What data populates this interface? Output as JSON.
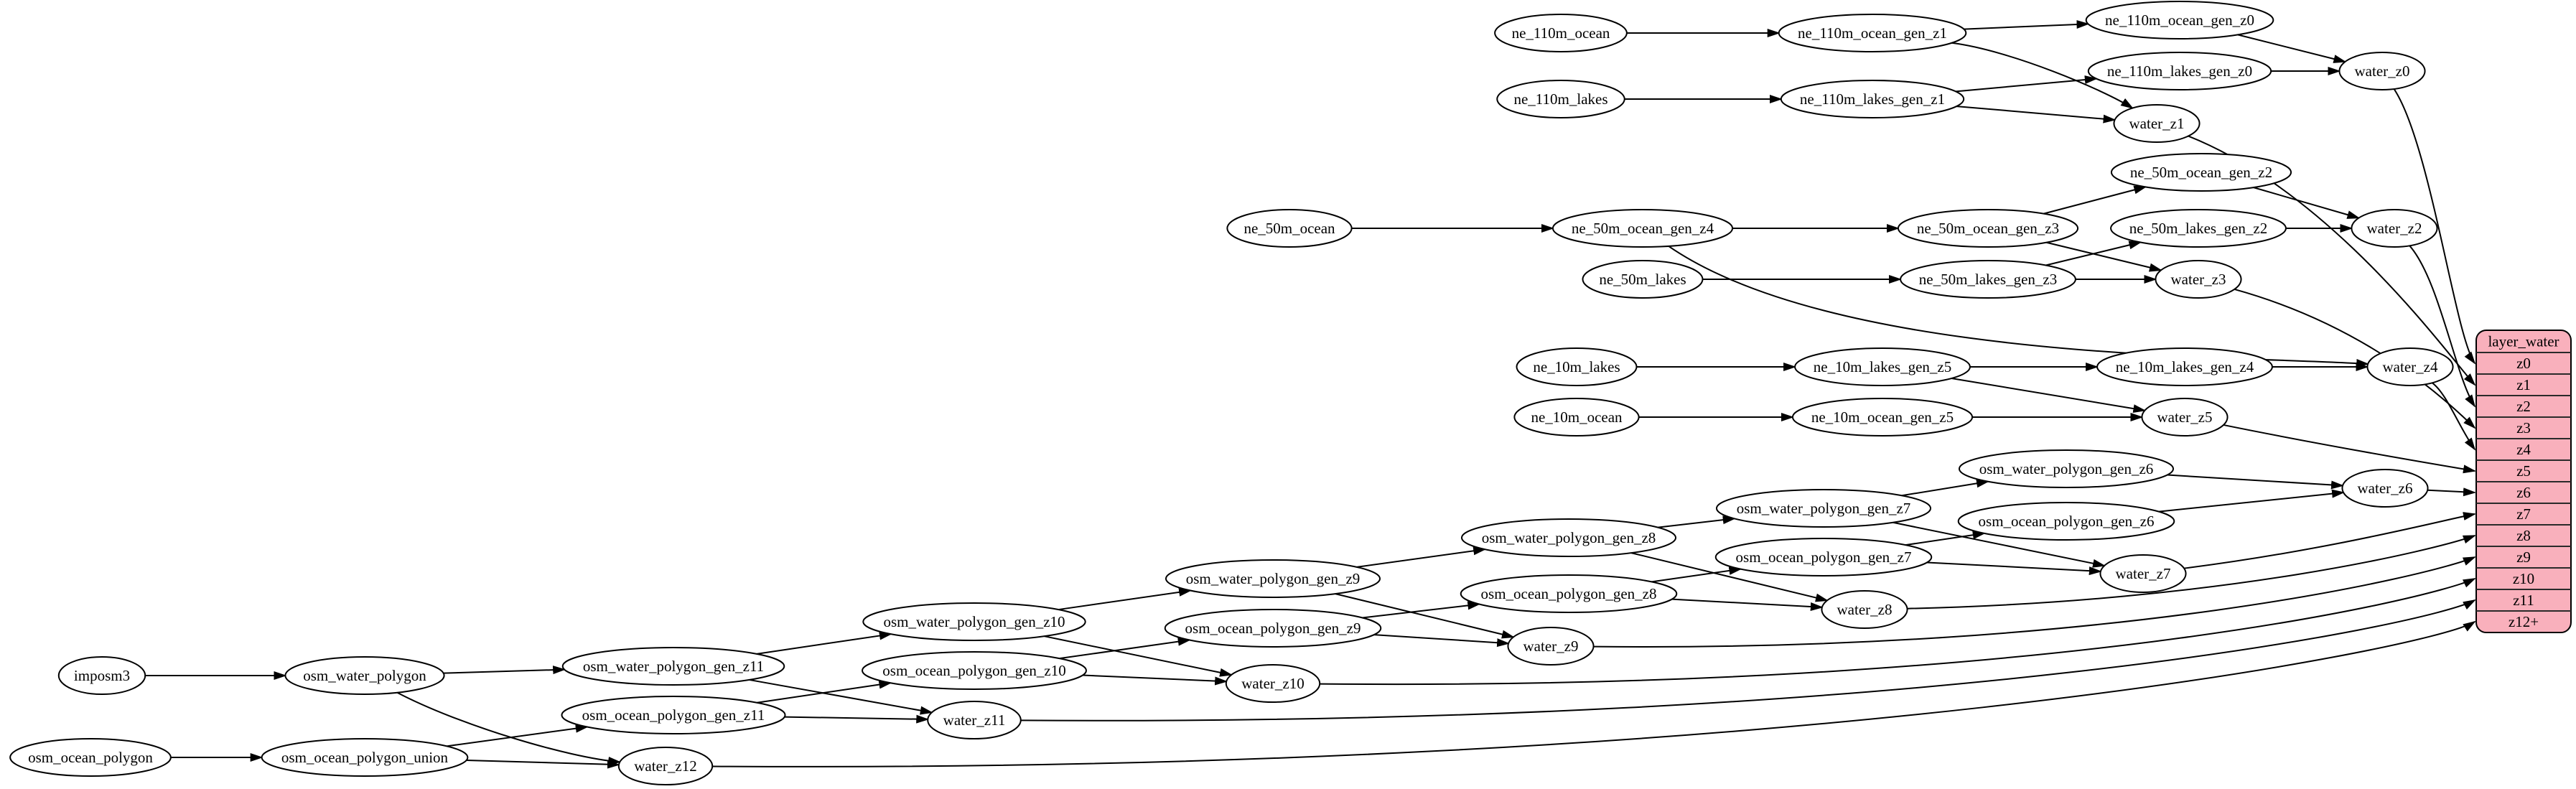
{
  "diagram": {
    "kind": "dependency-graph",
    "colors": {
      "background": "#ffffff",
      "node_fill": "#ffffff",
      "stroke": "#000000",
      "text": "#000000",
      "table_fill": "#f9b0bc"
    },
    "table": {
      "title": "layer_water",
      "rows": [
        "z0",
        "z1",
        "z2",
        "z3",
        "z4",
        "z5",
        "z6",
        "z7",
        "z8",
        "z9",
        "z10",
        "z11",
        "z12+"
      ]
    },
    "nodes": [
      {
        "id": "imposm3",
        "label": "imposm3"
      },
      {
        "id": "osm_water_polygon",
        "label": "osm_water_polygon"
      },
      {
        "id": "osm_ocean_polygon",
        "label": "osm_ocean_polygon"
      },
      {
        "id": "osm_ocean_polygon_union",
        "label": "osm_ocean_polygon_union"
      },
      {
        "id": "osm_water_polygon_gen_z11",
        "label": "osm_water_polygon_gen_z11"
      },
      {
        "id": "osm_ocean_polygon_gen_z11",
        "label": "osm_ocean_polygon_gen_z11"
      },
      {
        "id": "water_z12",
        "label": "water_z12"
      },
      {
        "id": "osm_water_polygon_gen_z10",
        "label": "osm_water_polygon_gen_z10"
      },
      {
        "id": "osm_ocean_polygon_gen_z10",
        "label": "osm_ocean_polygon_gen_z10"
      },
      {
        "id": "water_z11",
        "label": "water_z11"
      },
      {
        "id": "osm_water_polygon_gen_z9",
        "label": "osm_water_polygon_gen_z9"
      },
      {
        "id": "osm_ocean_polygon_gen_z9",
        "label": "osm_ocean_polygon_gen_z9"
      },
      {
        "id": "water_z10",
        "label": "water_z10"
      },
      {
        "id": "osm_water_polygon_gen_z8",
        "label": "osm_water_polygon_gen_z8"
      },
      {
        "id": "osm_ocean_polygon_gen_z8",
        "label": "osm_ocean_polygon_gen_z8"
      },
      {
        "id": "water_z9",
        "label": "water_z9"
      },
      {
        "id": "osm_water_polygon_gen_z7",
        "label": "osm_water_polygon_gen_z7"
      },
      {
        "id": "osm_ocean_polygon_gen_z7",
        "label": "osm_ocean_polygon_gen_z7"
      },
      {
        "id": "water_z8",
        "label": "water_z8"
      },
      {
        "id": "osm_water_polygon_gen_z6",
        "label": "osm_water_polygon_gen_z6"
      },
      {
        "id": "osm_ocean_polygon_gen_z6",
        "label": "osm_ocean_polygon_gen_z6"
      },
      {
        "id": "water_z7",
        "label": "water_z7"
      },
      {
        "id": "water_z6",
        "label": "water_z6"
      },
      {
        "id": "ne_10m_lakes",
        "label": "ne_10m_lakes"
      },
      {
        "id": "ne_10m_lakes_gen_z5",
        "label": "ne_10m_lakes_gen_z5"
      },
      {
        "id": "ne_10m_lakes_gen_z4",
        "label": "ne_10m_lakes_gen_z4"
      },
      {
        "id": "water_z4",
        "label": "water_z4"
      },
      {
        "id": "ne_10m_ocean",
        "label": "ne_10m_ocean"
      },
      {
        "id": "ne_10m_ocean_gen_z5",
        "label": "ne_10m_ocean_gen_z5"
      },
      {
        "id": "water_z5",
        "label": "water_z5"
      },
      {
        "id": "ne_50m_ocean",
        "label": "ne_50m_ocean"
      },
      {
        "id": "ne_50m_ocean_gen_z4",
        "label": "ne_50m_ocean_gen_z4"
      },
      {
        "id": "ne_50m_ocean_gen_z3",
        "label": "ne_50m_ocean_gen_z3"
      },
      {
        "id": "ne_50m_ocean_gen_z2",
        "label": "ne_50m_ocean_gen_z2"
      },
      {
        "id": "ne_50m_lakes",
        "label": "ne_50m_lakes"
      },
      {
        "id": "ne_50m_lakes_gen_z3",
        "label": "ne_50m_lakes_gen_z3"
      },
      {
        "id": "ne_50m_lakes_gen_z2",
        "label": "ne_50m_lakes_gen_z2"
      },
      {
        "id": "water_z2",
        "label": "water_z2"
      },
      {
        "id": "water_z3",
        "label": "water_z3"
      },
      {
        "id": "ne_110m_ocean",
        "label": "ne_110m_ocean"
      },
      {
        "id": "ne_110m_ocean_gen_z1",
        "label": "ne_110m_ocean_gen_z1"
      },
      {
        "id": "ne_110m_ocean_gen_z0",
        "label": "ne_110m_ocean_gen_z0"
      },
      {
        "id": "ne_110m_lakes",
        "label": "ne_110m_lakes"
      },
      {
        "id": "ne_110m_lakes_gen_z1",
        "label": "ne_110m_lakes_gen_z1"
      },
      {
        "id": "ne_110m_lakes_gen_z0",
        "label": "ne_110m_lakes_gen_z0"
      },
      {
        "id": "water_z0",
        "label": "water_z0"
      },
      {
        "id": "water_z1",
        "label": "water_z1"
      }
    ],
    "edges": [
      {
        "from": "imposm3",
        "to": "osm_water_polygon"
      },
      {
        "from": "osm_water_polygon",
        "to": "osm_water_polygon_gen_z11"
      },
      {
        "from": "osm_water_polygon",
        "to": "water_z12"
      },
      {
        "from": "osm_ocean_polygon",
        "to": "osm_ocean_polygon_union"
      },
      {
        "from": "osm_ocean_polygon_union",
        "to": "osm_ocean_polygon_gen_z11"
      },
      {
        "from": "osm_ocean_polygon_union",
        "to": "water_z12"
      },
      {
        "from": "osm_water_polygon_gen_z11",
        "to": "osm_water_polygon_gen_z10"
      },
      {
        "from": "osm_water_polygon_gen_z11",
        "to": "water_z11"
      },
      {
        "from": "osm_ocean_polygon_gen_z11",
        "to": "osm_ocean_polygon_gen_z10"
      },
      {
        "from": "osm_ocean_polygon_gen_z11",
        "to": "water_z11"
      },
      {
        "from": "osm_water_polygon_gen_z10",
        "to": "osm_water_polygon_gen_z9"
      },
      {
        "from": "osm_water_polygon_gen_z10",
        "to": "water_z10"
      },
      {
        "from": "osm_ocean_polygon_gen_z10",
        "to": "osm_ocean_polygon_gen_z9"
      },
      {
        "from": "osm_ocean_polygon_gen_z10",
        "to": "water_z10"
      },
      {
        "from": "osm_water_polygon_gen_z9",
        "to": "osm_water_polygon_gen_z8"
      },
      {
        "from": "osm_water_polygon_gen_z9",
        "to": "water_z9"
      },
      {
        "from": "osm_ocean_polygon_gen_z9",
        "to": "osm_ocean_polygon_gen_z8"
      },
      {
        "from": "osm_ocean_polygon_gen_z9",
        "to": "water_z9"
      },
      {
        "from": "osm_water_polygon_gen_z8",
        "to": "osm_water_polygon_gen_z7"
      },
      {
        "from": "osm_water_polygon_gen_z8",
        "to": "water_z8"
      },
      {
        "from": "osm_ocean_polygon_gen_z8",
        "to": "osm_ocean_polygon_gen_z7"
      },
      {
        "from": "osm_ocean_polygon_gen_z8",
        "to": "water_z8"
      },
      {
        "from": "osm_water_polygon_gen_z7",
        "to": "osm_water_polygon_gen_z6"
      },
      {
        "from": "osm_water_polygon_gen_z7",
        "to": "water_z7"
      },
      {
        "from": "osm_ocean_polygon_gen_z7",
        "to": "osm_ocean_polygon_gen_z6"
      },
      {
        "from": "osm_ocean_polygon_gen_z7",
        "to": "water_z7"
      },
      {
        "from": "osm_water_polygon_gen_z6",
        "to": "water_z6"
      },
      {
        "from": "osm_ocean_polygon_gen_z6",
        "to": "water_z6"
      },
      {
        "from": "ne_10m_lakes",
        "to": "ne_10m_lakes_gen_z5"
      },
      {
        "from": "ne_10m_lakes_gen_z5",
        "to": "ne_10m_lakes_gen_z4"
      },
      {
        "from": "ne_10m_lakes_gen_z5",
        "to": "water_z5"
      },
      {
        "from": "ne_10m_lakes_gen_z4",
        "to": "water_z4"
      },
      {
        "from": "ne_10m_ocean",
        "to": "ne_10m_ocean_gen_z5"
      },
      {
        "from": "ne_10m_ocean_gen_z5",
        "to": "water_z5"
      },
      {
        "from": "ne_50m_ocean",
        "to": "ne_50m_ocean_gen_z4"
      },
      {
        "from": "ne_50m_ocean_gen_z4",
        "to": "ne_50m_ocean_gen_z3"
      },
      {
        "from": "ne_50m_ocean_gen_z4",
        "to": "water_z4"
      },
      {
        "from": "ne_50m_ocean_gen_z3",
        "to": "ne_50m_ocean_gen_z2"
      },
      {
        "from": "ne_50m_ocean_gen_z3",
        "to": "water_z3"
      },
      {
        "from": "ne_50m_ocean_gen_z2",
        "to": "water_z2"
      },
      {
        "from": "ne_50m_lakes",
        "to": "ne_50m_lakes_gen_z3"
      },
      {
        "from": "ne_50m_lakes_gen_z3",
        "to": "ne_50m_lakes_gen_z2"
      },
      {
        "from": "ne_50m_lakes_gen_z3",
        "to": "water_z3"
      },
      {
        "from": "ne_50m_lakes_gen_z2",
        "to": "water_z2"
      },
      {
        "from": "ne_110m_ocean",
        "to": "ne_110m_ocean_gen_z1"
      },
      {
        "from": "ne_110m_ocean_gen_z1",
        "to": "ne_110m_ocean_gen_z0"
      },
      {
        "from": "ne_110m_ocean_gen_z1",
        "to": "water_z1"
      },
      {
        "from": "ne_110m_ocean_gen_z0",
        "to": "water_z0"
      },
      {
        "from": "ne_110m_lakes",
        "to": "ne_110m_lakes_gen_z1"
      },
      {
        "from": "ne_110m_lakes_gen_z1",
        "to": "ne_110m_lakes_gen_z0"
      },
      {
        "from": "ne_110m_lakes_gen_z1",
        "to": "water_z1"
      },
      {
        "from": "ne_110m_lakes_gen_z0",
        "to": "water_z0"
      },
      {
        "from": "water_z0",
        "to": "table:z0"
      },
      {
        "from": "water_z1",
        "to": "table:z1"
      },
      {
        "from": "water_z2",
        "to": "table:z2"
      },
      {
        "from": "water_z3",
        "to": "table:z3"
      },
      {
        "from": "water_z4",
        "to": "table:z4"
      },
      {
        "from": "water_z5",
        "to": "table:z5"
      },
      {
        "from": "water_z6",
        "to": "table:z6"
      },
      {
        "from": "water_z7",
        "to": "table:z7"
      },
      {
        "from": "water_z8",
        "to": "table:z8"
      },
      {
        "from": "water_z9",
        "to": "table:z9"
      },
      {
        "from": "water_z10",
        "to": "table:z10"
      },
      {
        "from": "water_z11",
        "to": "table:z11"
      },
      {
        "from": "water_z12",
        "to": "table:z12+"
      }
    ]
  }
}
